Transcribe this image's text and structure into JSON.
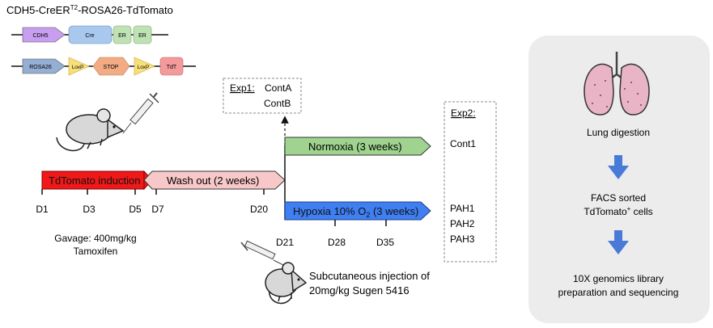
{
  "title": {
    "main": "CDH5-CreER",
    "sup": "T2",
    "rest": "-ROSA26-TdTomato"
  },
  "construct1": {
    "labels": [
      "CDH5",
      "Cre",
      "ER",
      "ER"
    ]
  },
  "construct2": {
    "labels": [
      "ROSA26",
      "LoxP",
      "STOP",
      "LoxP",
      "TdT"
    ]
  },
  "timeline": {
    "induction_label": "TdTomato induction",
    "washout_label": "Wash out (2 weeks)",
    "ticks": [
      "D1",
      "D3",
      "D5",
      "D7",
      "D20"
    ],
    "gavage_line1": "Gavage: 400mg/kg",
    "gavage_line2": "Tamoxifen"
  },
  "exp1": {
    "label": "Exp1:",
    "line1": "ContA",
    "line2": "ContB"
  },
  "normoxia_label": "Normoxia (3 weeks)",
  "hypoxia": {
    "prefix": "Hypoxia 10% O",
    "sub": "2",
    "suffix": " (3 weeks)",
    "ticks": [
      "D21",
      "D28",
      "D35"
    ]
  },
  "injection": {
    "line1": "Subcutaneous injection of",
    "line2": "20mg/kg Sugen 5416"
  },
  "exp2": {
    "label": "Exp2:",
    "items": [
      "Cont1",
      "PAH1",
      "PAH2",
      "PAH3"
    ]
  },
  "workflow": {
    "step1": "Lung digestion",
    "step2_line1": "FACS sorted",
    "step2_line2_main": "TdTomato",
    "step2_line2_sup": "+",
    "step2_line2_rest": " cells",
    "step3_line1": "10X genomics library",
    "step3_line2": "preparation and sequencing"
  },
  "colors": {
    "cdh5": "#c79ef0",
    "cre": "#a8c8ee",
    "er": "#bfe2b4",
    "rosa26": "#94aed4",
    "loxp": "#f7e07a",
    "stop": "#f3ab84",
    "tdt": "#f49a9a",
    "induction": "#f01818",
    "washout": "#f8c8c8",
    "normoxia": "#9fd38f",
    "hypoxia": "#3f7ff2",
    "workflow_arrow": "#4a7ad8",
    "panel_bg": "#ececec",
    "lung": "#e8b4c6"
  },
  "icons": [
    "mouse-icon",
    "syringe-icon",
    "lung-icon"
  ]
}
